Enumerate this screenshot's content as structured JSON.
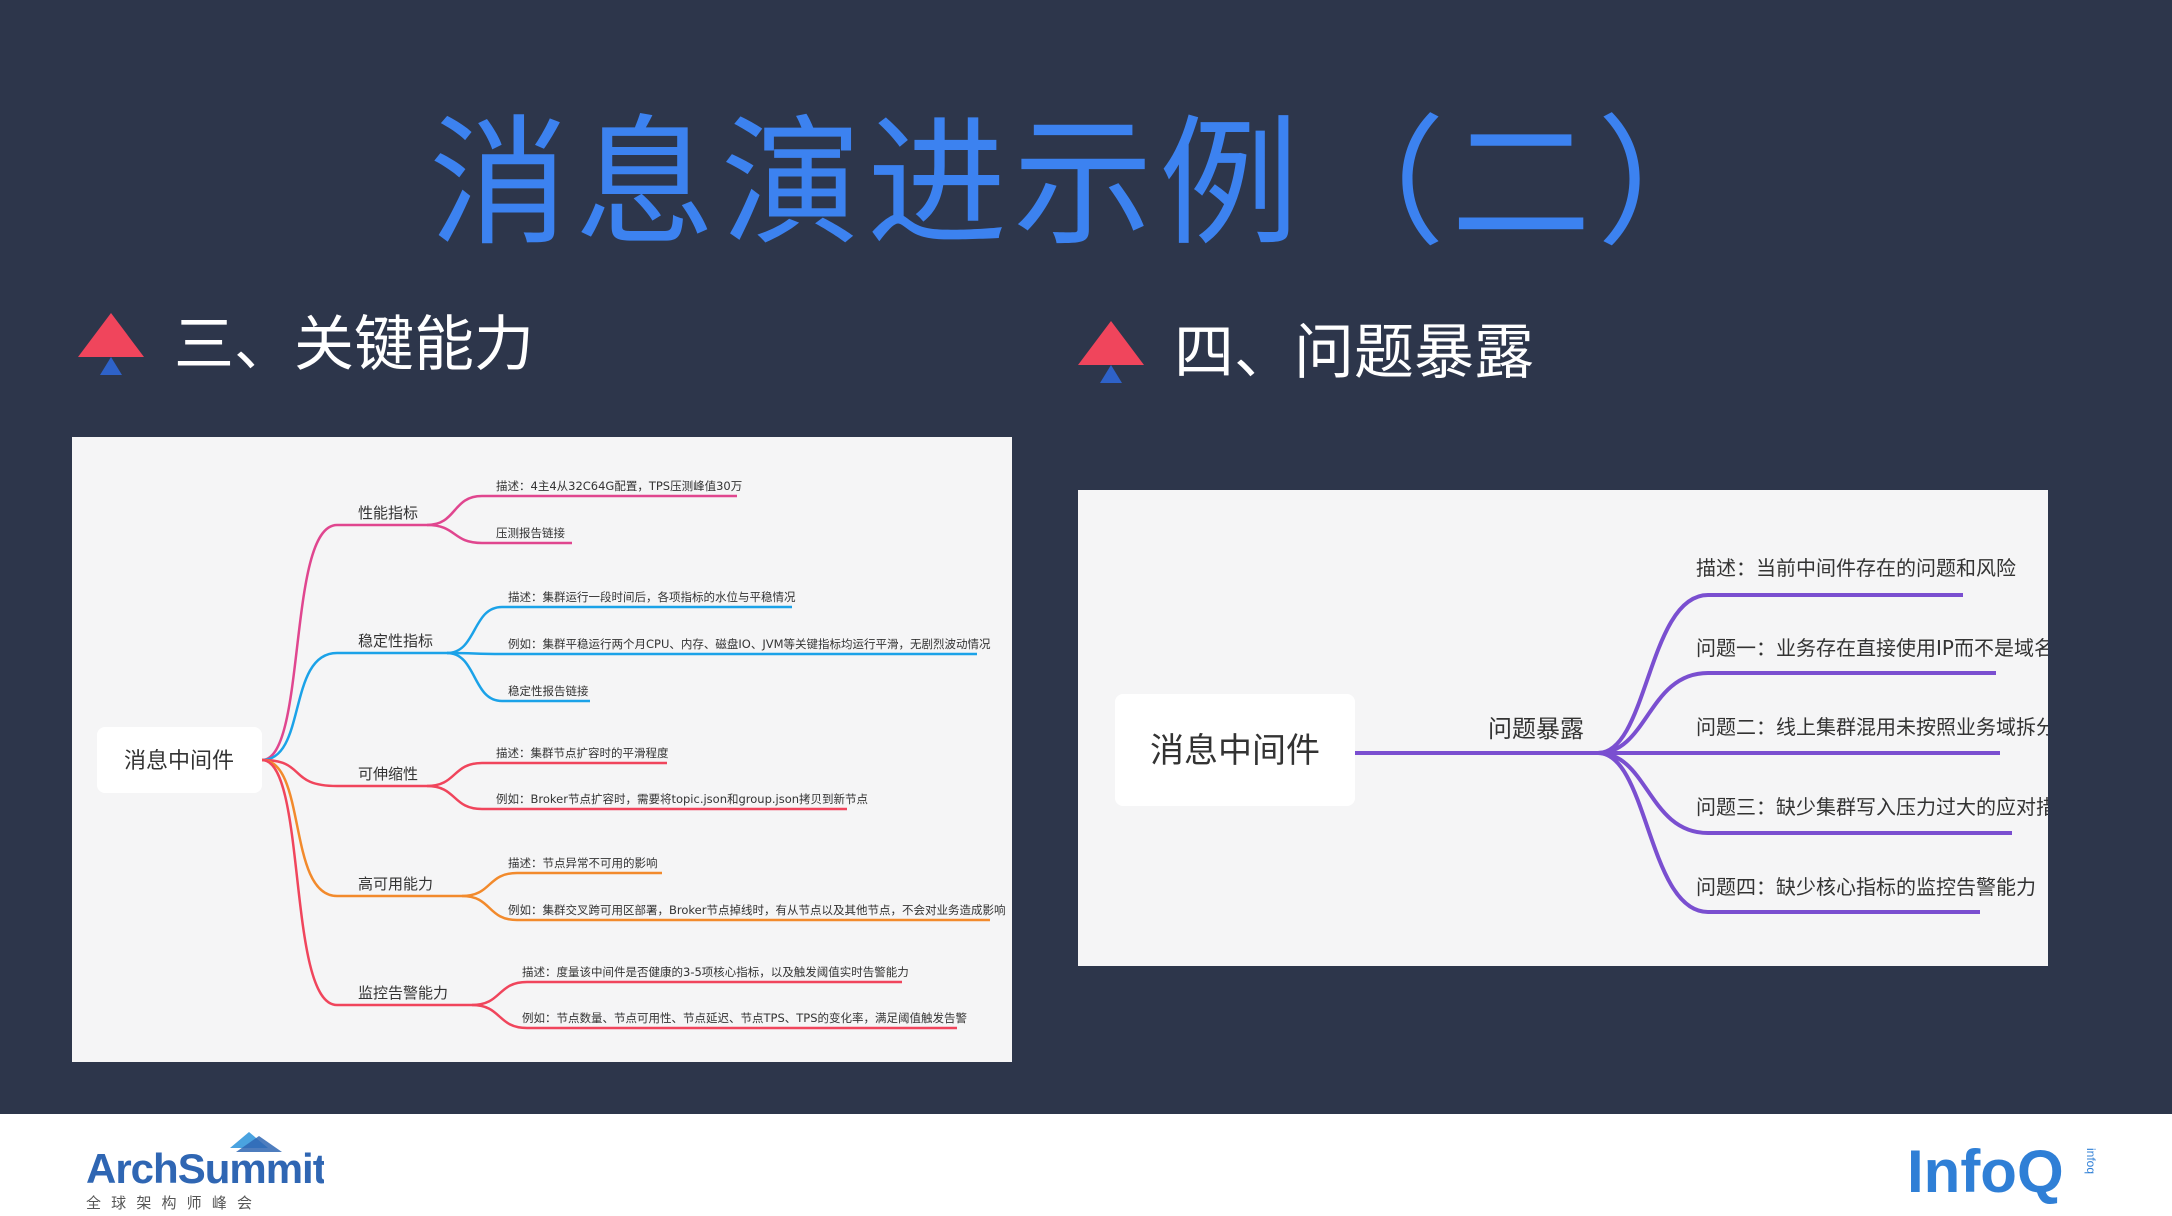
{
  "slide": {
    "title": "消息演进示例（二）"
  },
  "sections": {
    "left": {
      "label": "三、关键能力"
    },
    "right": {
      "label": "四、问题暴露"
    }
  },
  "left_mindmap": {
    "root": "消息中间件",
    "branches": [
      {
        "label": "性能指标",
        "color": "#e0468f",
        "leaves": [
          "描述：4主4从32C64G配置，TPS压测峰值30万",
          "压测报告链接"
        ]
      },
      {
        "label": "稳定性指标",
        "color": "#1ba2e8",
        "leaves": [
          "描述：集群运行一段时间后，各项指标的水位与平稳情况",
          "例如：集群平稳运行两个月CPU、内存、磁盘IO、JVM等关键指标均运行平滑，无剧烈波动情况",
          "稳定性报告链接"
        ]
      },
      {
        "label": "可伸缩性",
        "color": "#f0455c",
        "leaves": [
          "描述：集群节点扩容时的平滑程度",
          "例如：Broker节点扩容时，需要将topic.json和group.json拷贝到新节点"
        ]
      },
      {
        "label": "高可用能力",
        "color": "#f28a2c",
        "leaves": [
          "描述：节点异常不可用的影响",
          "例如：集群交叉跨可用区部署，Broker节点掉线时，有从节点以及其他节点，不会对业务造成影响"
        ]
      },
      {
        "label": "监控告警能力",
        "color": "#f0455c",
        "leaves": [
          "描述：度量该中间件是否健康的3-5项核心指标，以及触发阈值实时告警能力",
          "例如：节点数量、节点可用性、节点延迟、节点TPS、TPS的变化率，满足阈值触发告警"
        ]
      }
    ]
  },
  "right_mindmap": {
    "root": "消息中间件",
    "branch": "问题暴露",
    "color": "#7a4fd0",
    "leaves": [
      "描述：当前中间件存在的问题和风险",
      "问题一：业务存在直接使用IP而不是域名",
      "问题二：线上集群混用未按照业务域拆分",
      "问题三：缺少集群写入压力过大的应对措施",
      "问题四：缺少核心指标的监控告警能力"
    ]
  },
  "footer": {
    "left_logo": {
      "brand": "ArchSummit",
      "sub": "全 球 架 构 师 峰 会",
      "color": "#2f66b3"
    },
    "right_logo": {
      "brand": "InfoQ",
      "sub": "infoq",
      "color": "#2f7fd6"
    }
  },
  "colors": {
    "background": "#2d364b",
    "title": "#3c82f0",
    "triangle_red": "#f0455c",
    "triangle_blue": "#2e62c8"
  }
}
